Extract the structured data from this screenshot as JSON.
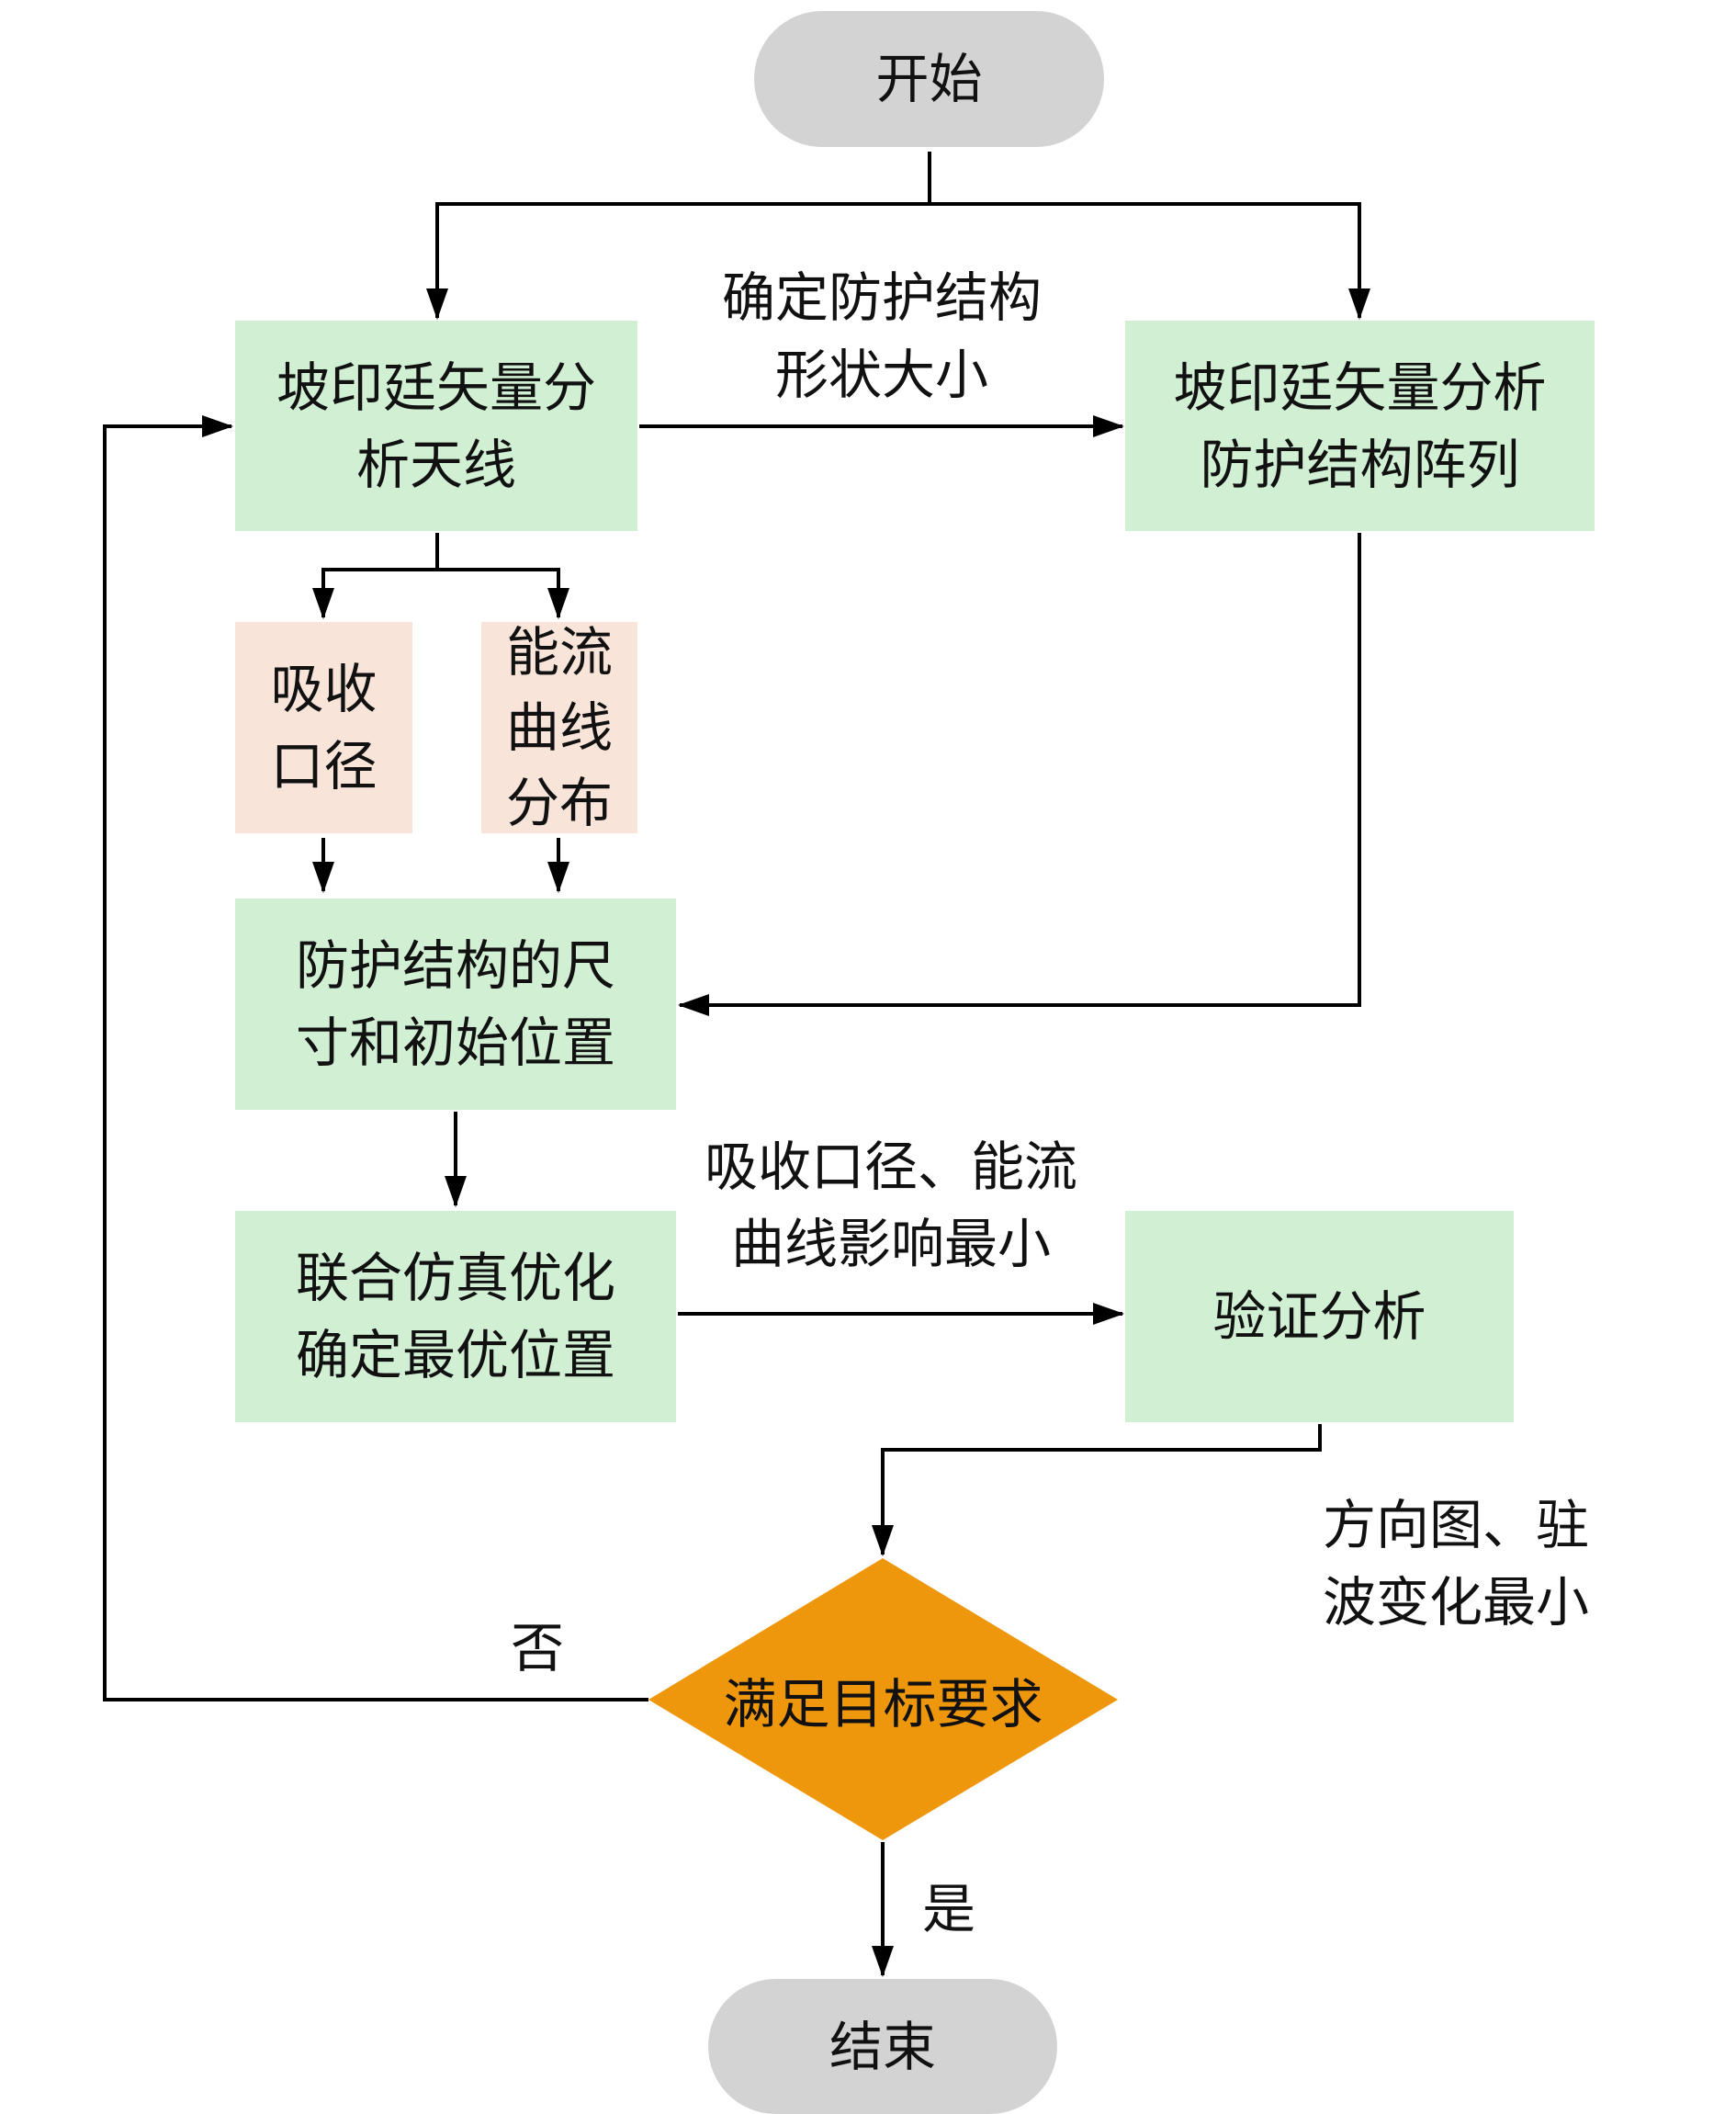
{
  "colors": {
    "process_fill": "#d0efd3",
    "input_fill": "#f9e4d9",
    "terminal_fill": "#d3d3d3",
    "decision_fill": "#ee970c",
    "line": "#000000"
  },
  "nodes": {
    "start": {
      "text": "开始"
    },
    "analyze_antenna": {
      "line1": "坡印廷矢量分",
      "line2": "析天线"
    },
    "analyze_array": {
      "line1": "坡印廷矢量分析",
      "line2": "防护结构阵列"
    },
    "absorb_aperture": {
      "line1": "吸收",
      "line2": "口径"
    },
    "energy_flow": {
      "line1": "能流",
      "line2": "曲线",
      "line3": "分布"
    },
    "size_position": {
      "line1": "防护结构的尺",
      "line2": "寸和初始位置"
    },
    "cosim_optimize": {
      "line1": "联合仿真优化",
      "line2": "确定最优位置"
    },
    "verify": {
      "text": "验证分析"
    },
    "decision": {
      "text": "满足目标要求"
    },
    "end": {
      "text": "结束"
    }
  },
  "edge_labels": {
    "determine_shape": {
      "line1": "确定防护结构",
      "line2": "形状大小"
    },
    "min_impact": {
      "line1": "吸收口径、能流",
      "line2": "曲线影响最小"
    },
    "min_change": {
      "line1": "方向图、驻",
      "line2": "波变化最小"
    },
    "no": "否",
    "yes": "是"
  }
}
